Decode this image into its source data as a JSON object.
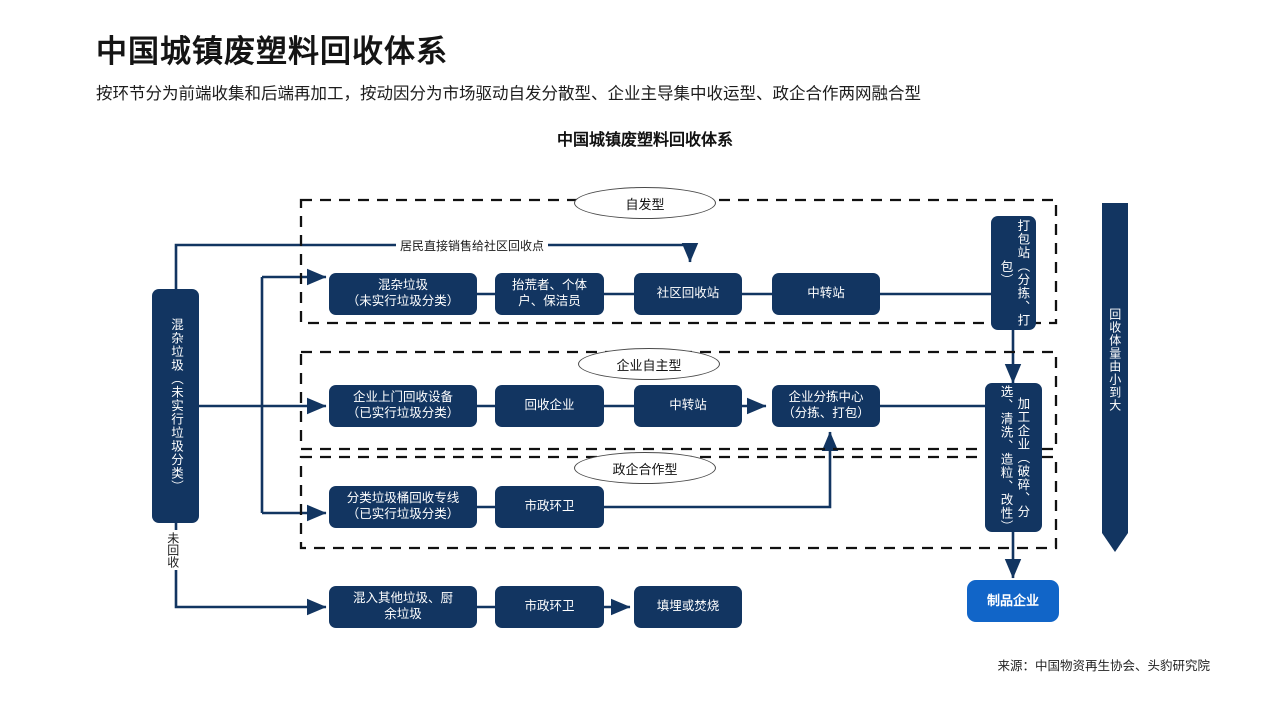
{
  "header": {
    "title": "中国城镇废塑料回收体系",
    "subtitle": "按环节分为前端收集和后端再加工，按动因分为市场驱动自发分散型、企业主导集中收运型、政企合作两网融合型",
    "chart_title": "中国城镇废塑料回收体系"
  },
  "colors": {
    "box_dark": "#123561",
    "box_bright": "#1165c8",
    "line": "#123561",
    "dash": "#111111"
  },
  "source_note": "来源：中国物资再生协会、头豹研究院",
  "inputs": {
    "mixed_waste": "混杂垃圾（未实行垃圾分类）",
    "mixed_waste_l1": "混杂垃圾",
    "mixed_waste_l2": "（未实行垃圾分类）",
    "not_recycled": "未回收"
  },
  "volume_arrow": {
    "label": "回收体量由小到大"
  },
  "lanes": [
    {
      "tag": "自发型",
      "caption": "居民直接销售给社区回收点",
      "nodes": [
        {
          "name": "mixed-garbage",
          "l1": "混杂垃圾",
          "l2": "（未实行垃圾分类）"
        },
        {
          "name": "scavengers",
          "l1": "抬荒者、个体",
          "l2": "户、保洁员"
        },
        {
          "name": "community-station",
          "l1": "社区回收站",
          "l2": ""
        },
        {
          "name": "transfer-station-1",
          "l1": "中转站",
          "l2": ""
        }
      ]
    },
    {
      "tag": "企业自主型",
      "caption": "",
      "nodes": [
        {
          "name": "door-to-door",
          "l1": "企业上门回收设备",
          "l2": "（已实行垃圾分类）"
        },
        {
          "name": "recycling-company",
          "l1": "回收企业",
          "l2": ""
        },
        {
          "name": "transfer-station-2",
          "l1": "中转站",
          "l2": ""
        },
        {
          "name": "enterprise-sorting-center",
          "l1": "企业分拣中心",
          "l2": "（分拣、打包）"
        }
      ]
    },
    {
      "tag": "政企合作型",
      "caption": "",
      "nodes": [
        {
          "name": "classified-bin-line",
          "l1": "分类垃圾桶回收专线",
          "l2": "（已实行垃圾分类）"
        },
        {
          "name": "municipal-sanitation-1",
          "l1": "市政环卫",
          "l2": ""
        }
      ]
    }
  ],
  "bottom_row": [
    {
      "name": "mixed-other-kitchen",
      "l1": "混入其他垃圾、厨",
      "l2": "余垃圾"
    },
    {
      "name": "municipal-sanitation-2",
      "l1": "市政环卫",
      "l2": ""
    },
    {
      "name": "landfill-or-incineration",
      "l1": "填埋或焚烧",
      "l2": ""
    }
  ],
  "right_column": {
    "baling_station": "打包站（分拣、打包）",
    "processing_company": "加工企业（破碎、分选、清洗、造粒、改性）",
    "product_company": "制品企业"
  }
}
